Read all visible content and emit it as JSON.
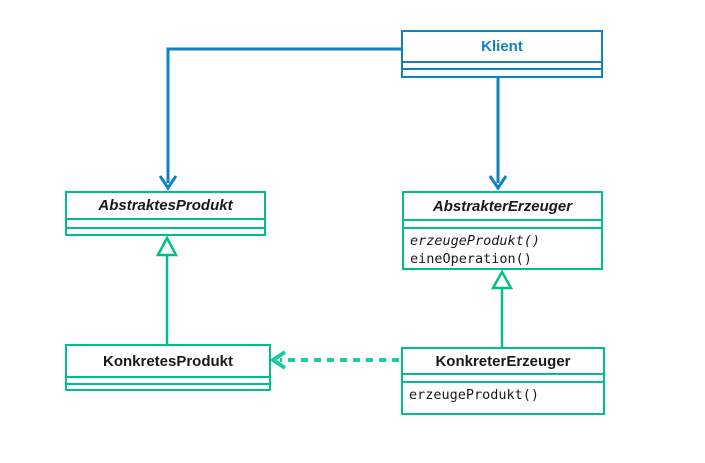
{
  "diagram": {
    "type": "uml-class-diagram",
    "language": "de"
  },
  "classes": {
    "klient": {
      "name": "Klient"
    },
    "abstraktes_produkt": {
      "name": "AbstraktesProdukt"
    },
    "abstrakter_erzeuger": {
      "name": "AbstrakterErzeuger",
      "methods": [
        "erzeugeProdukt()",
        "eineOperation()"
      ]
    },
    "konkretes_produkt": {
      "name": "KonkretesProdukt"
    },
    "konkreter_erzeuger": {
      "name": "KonkreterErzeuger",
      "methods": [
        "erzeugeProdukt()"
      ]
    }
  },
  "relations": [
    {
      "from": "Klient",
      "to": "AbstraktesProdukt",
      "type": "association-arrow",
      "style": "solid-blue"
    },
    {
      "from": "Klient",
      "to": "AbstrakterErzeuger",
      "type": "association-arrow",
      "style": "solid-blue"
    },
    {
      "from": "KonkretesProdukt",
      "to": "AbstraktesProdukt",
      "type": "generalization",
      "style": "solid-green-hollow-triangle"
    },
    {
      "from": "KonkreterErzeuger",
      "to": "AbstrakterErzeuger",
      "type": "generalization",
      "style": "solid-green-hollow-triangle"
    },
    {
      "from": "KonkreterErzeuger",
      "to": "KonkretesProdukt",
      "type": "dependency",
      "style": "dashed-green-open-arrow"
    }
  ],
  "colors": {
    "blue": "#1182c1",
    "green": "#00bf8b",
    "dash_green": "#17cf9d",
    "text": "#1a1a1a",
    "background": "#ffffff"
  }
}
